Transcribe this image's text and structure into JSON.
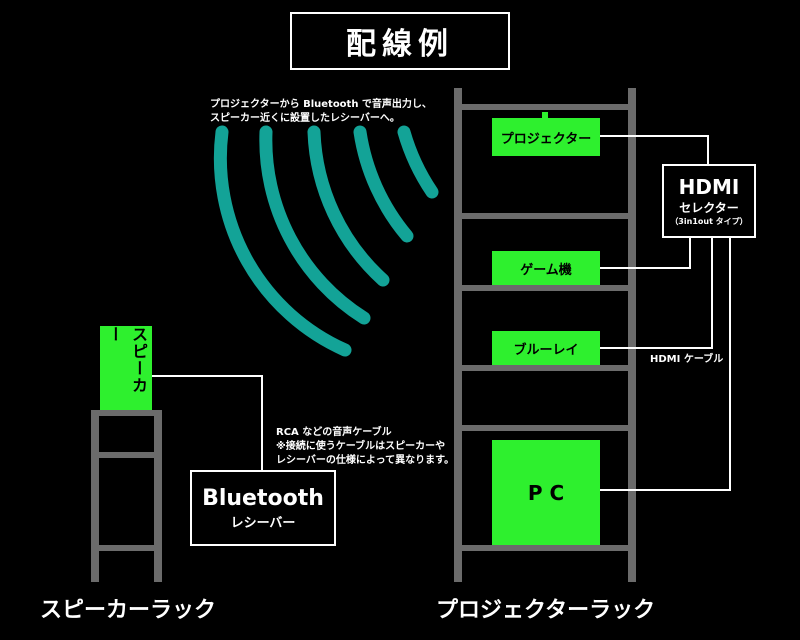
{
  "title": "配線例",
  "wireless_note": [
    "プロジェクターから Bluetooth で音声出力し、",
    "スピーカー近くに設置したレシーバーへ。"
  ],
  "rca_note": [
    "RCA などの音声ケーブル",
    "※接続に使うケーブルはスピーカーや",
    "レシーバーの仕様によって異なります。"
  ],
  "hdmi_cable_note": "HDMI ケーブル",
  "speaker": "スピーカー",
  "bluetooth_receiver": {
    "title": "Bluetooth",
    "subtitle": "レシーバー"
  },
  "hdmi_selector": {
    "title": "HDMI",
    "subtitle": "セレクター",
    "detail": "（3in1out タイプ）"
  },
  "devices": {
    "projector": "プロジェクター",
    "game": "ゲーム機",
    "bluray": "ブルーレイ",
    "pc": "P C"
  },
  "rack_labels": {
    "speaker_rack": "スピーカーラック",
    "projector_rack": "プロジェクターラック"
  },
  "colors": {
    "device_green": "#2ef02e",
    "wave_teal": "#13a397",
    "rack_gray": "#6b6b6b",
    "line_white": "#ffffff"
  }
}
